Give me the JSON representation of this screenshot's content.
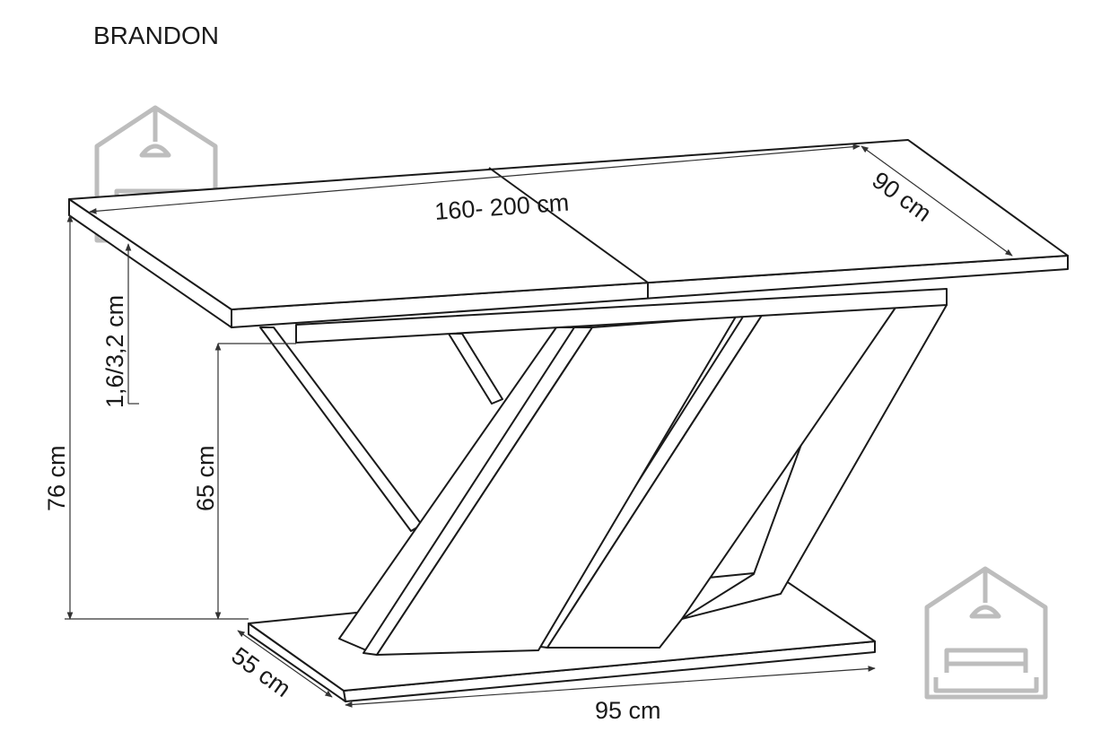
{
  "title": "BRANDON",
  "dimensions": {
    "length": "160- 200 cm",
    "depth": "90 cm",
    "total_height": "76 cm",
    "leg_height": "65 cm",
    "top_thickness": "1,6/3,2 cm",
    "base_depth": "55 cm",
    "base_width": "95 cm"
  },
  "colors": {
    "line": "#1a1a1a",
    "logo": "#bdbdbd"
  }
}
